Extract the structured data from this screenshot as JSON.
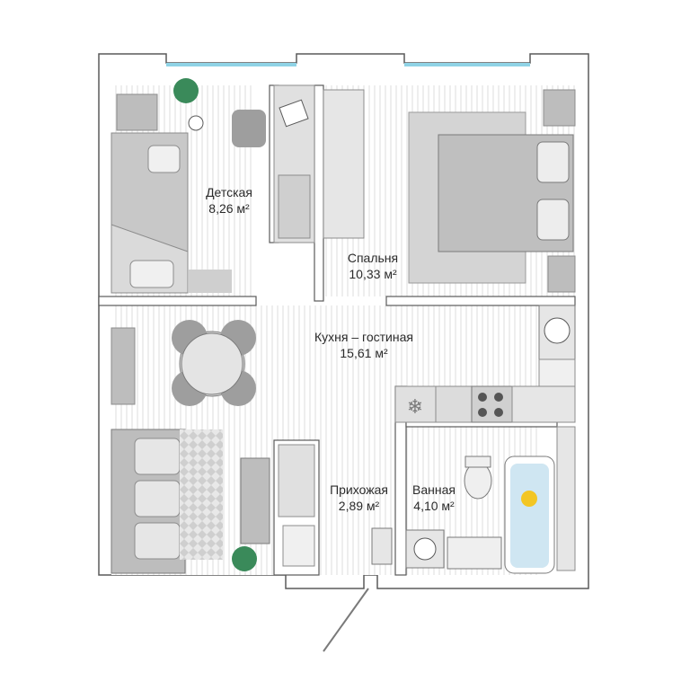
{
  "rooms": {
    "kids": {
      "name": "Детская",
      "area": "8,26 м²"
    },
    "bedroom": {
      "name": "Спальня",
      "area": "10,33 м²"
    },
    "kitchen": {
      "name": "Кухня – гостиная",
      "area": "15,61 м²"
    },
    "hall": {
      "name": "Прихожая",
      "area": "2,89 м²"
    },
    "bath": {
      "name": "Ванная",
      "area": "4,10 м²"
    }
  },
  "colors": {
    "wall": "#ffffff",
    "wall_outline": "#5a5a5a",
    "floor_lines": "#d9d9d9",
    "furniture": "#bdbdbd",
    "furniture_dark": "#8c8c8c",
    "plant": "#3a8a5a",
    "window": "#8fd3e6",
    "bath_water": "#cfe6f2",
    "duck": "#f3c623"
  },
  "icons": [
    "plant-icon",
    "laptop-icon",
    "snowflake-icon",
    "ball-icon",
    "slipper-icon",
    "duck-icon"
  ]
}
